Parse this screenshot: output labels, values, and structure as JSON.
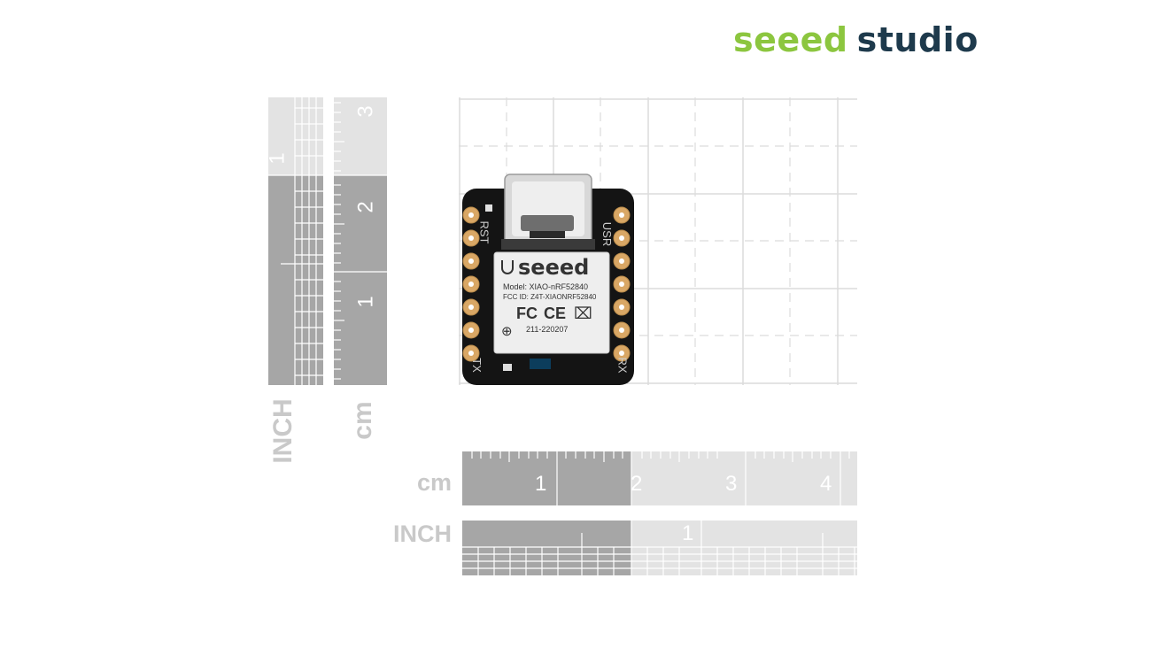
{
  "brand": {
    "word1": "seeed",
    "word2": "studio",
    "colors": {
      "green": "#8cc63f",
      "navy": "#1e3a4c"
    }
  },
  "rulers": {
    "vertical_inch": {
      "unit_label": "INCH",
      "numbers": [
        "1"
      ]
    },
    "vertical_cm": {
      "unit_label": "cm",
      "numbers": [
        "3",
        "2",
        "1"
      ]
    },
    "horizontal_cm": {
      "unit_label": "cm",
      "numbers": [
        "1",
        "2",
        "3",
        "4"
      ]
    },
    "horizontal_inch": {
      "unit_label": "INCH",
      "numbers": [
        "1"
      ]
    },
    "colors": {
      "dark": "#a6a6a6",
      "light": "#e3e3e3"
    }
  },
  "board": {
    "silk_left_top": "RST",
    "silk_right_top": "USR",
    "silk_left_bottom": "TX",
    "silk_right_bottom": "RX",
    "module": {
      "brand": "seeed",
      "model": "Model: XIAO-nRF52840",
      "fcc": "FCC ID: Z4T-XIAONRF52840",
      "marks": [
        "FC",
        "CE"
      ],
      "cert": "211-220207"
    }
  }
}
